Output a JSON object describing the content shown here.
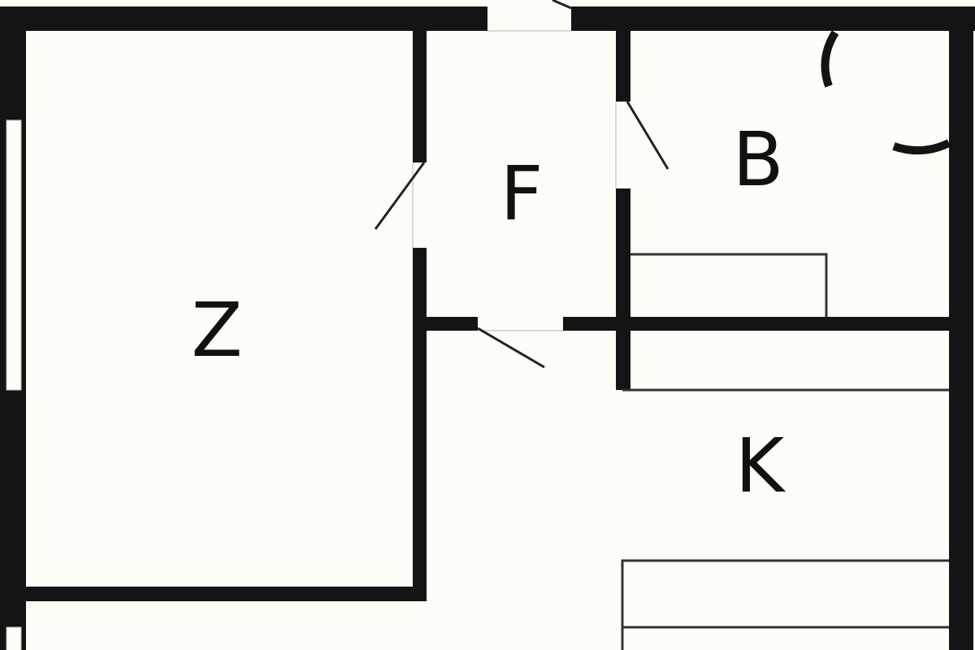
{
  "floorplan": {
    "rooms": [
      {
        "id": "z",
        "label": "Z"
      },
      {
        "id": "f",
        "label": "F"
      },
      {
        "id": "b",
        "label": "B"
      },
      {
        "id": "k",
        "label": "K"
      }
    ]
  },
  "colors": {
    "wall": "#141414",
    "background": "#fdfdf8",
    "thin_line": "#333333"
  }
}
